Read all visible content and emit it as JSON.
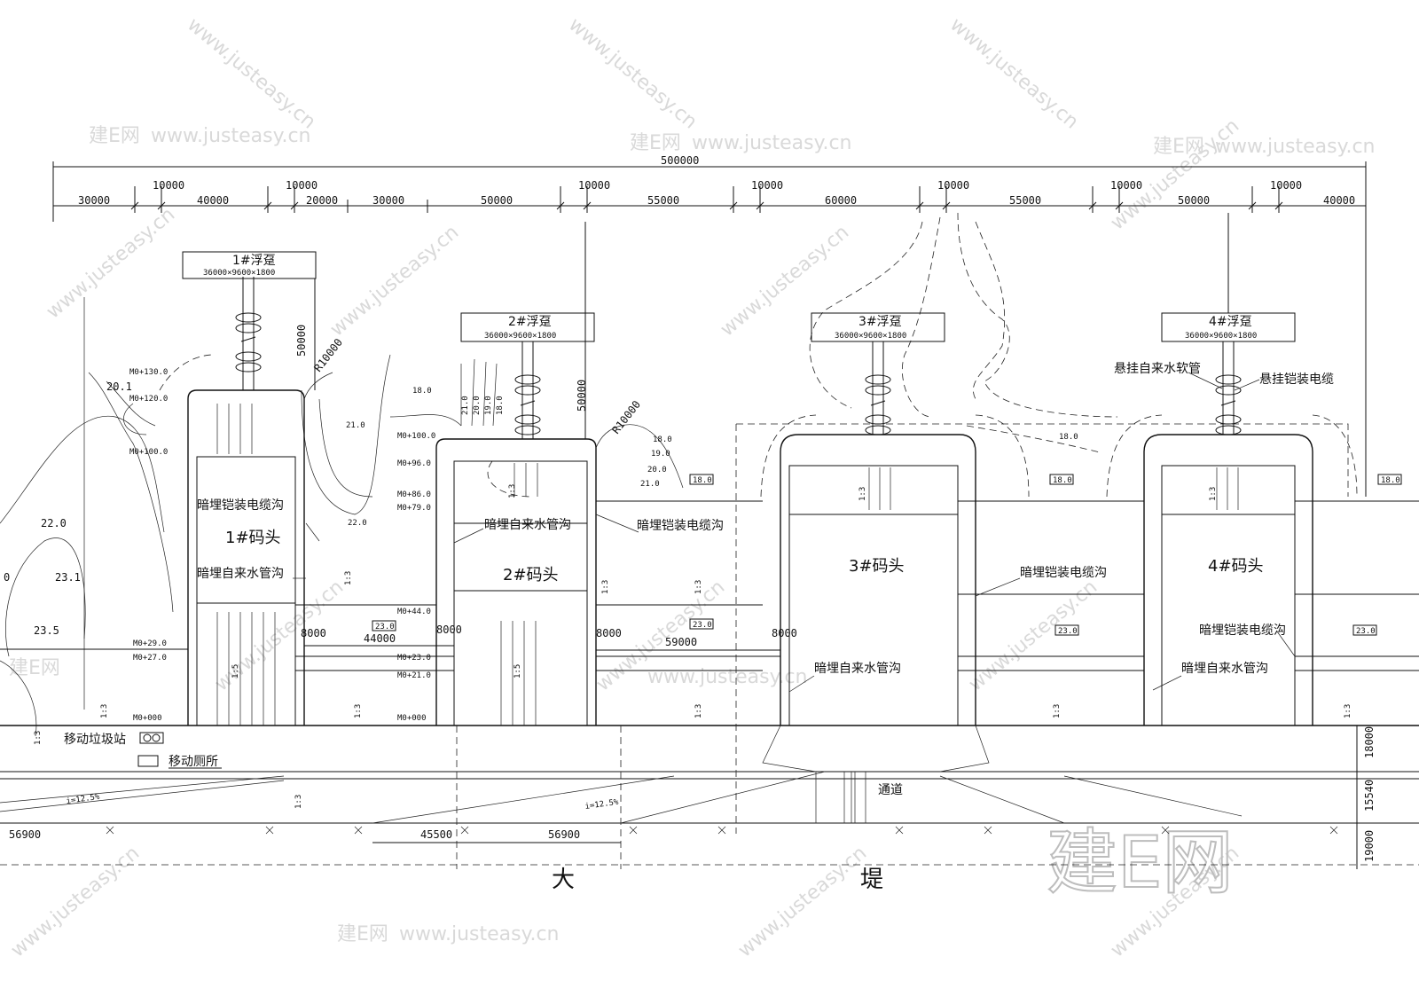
{
  "total_length": "500000",
  "segment_dims": [
    "30000",
    "40000",
    "20000",
    "30000",
    "50000",
    "55000",
    "60000",
    "55000",
    "50000",
    "40000"
  ],
  "gap_dims": [
    "10000",
    "10000",
    "10000",
    "10000",
    "10000",
    "10000",
    "10000"
  ],
  "barges": [
    {
      "title": "1#浮趸",
      "size": "36000×9600×1800"
    },
    {
      "title": "2#浮趸",
      "size": "36000×9600×1800"
    },
    {
      "title": "3#浮趸",
      "size": "36000×9600×1800"
    },
    {
      "title": "4#浮趸",
      "size": "36000×9600×1800"
    }
  ],
  "docks": [
    "1#码头",
    "2#码头",
    "3#码头",
    "4#码头"
  ],
  "labels": {
    "cable_trench": "暗埋铠装电缆沟",
    "water_trench": "暗埋自来水管沟",
    "hose": "悬挂自来水软管",
    "cable": "悬挂铠装电缆",
    "garbage": "移动垃圾站",
    "toilet": "移动厕所",
    "passage": "通道"
  },
  "radius_labels": [
    "R10000",
    "R10000"
  ],
  "vertical_dims": [
    "50000",
    "50000",
    "18000",
    "15540",
    "19000"
  ],
  "horizontal_dims": [
    "44000",
    "59000",
    "8000",
    "8000",
    "8000",
    "8000",
    "56900",
    "45500",
    "56900"
  ],
  "slope_labels": [
    "i=12.5%",
    "i=12.5%"
  ],
  "ratio_labels": [
    "1:3",
    "1:5"
  ],
  "elevation_marks": [
    "M0+130.0",
    "M0+120.0",
    "M0+100.0",
    "M0+29.0",
    "M0+27.0",
    "M0+100.0",
    "M0+96.0",
    "M0+86.0",
    "M0+79.0",
    "M0+44.0",
    "M0+23.0",
    "M0+21.0",
    "M0+000",
    "M0+000"
  ],
  "contour_values": [
    "20.1",
    "22.0",
    "23.1",
    "23.5",
    "18.0",
    "21.0",
    "22.0",
    "21.0",
    "20.0",
    "19.0",
    "18.0",
    "18.0",
    "19.0",
    "20.0",
    "21.0",
    "18.0",
    "0"
  ],
  "water_level_boxes": [
    "18.0",
    "18.0",
    "18.0",
    "23.0",
    "23.0",
    "23.0",
    "23.0"
  ],
  "fragment_chars": [
    "大",
    "堤"
  ],
  "watermark_text": "www.justeasy.cn",
  "watermark_logo": "建E网",
  "watermark_large": "建E网"
}
